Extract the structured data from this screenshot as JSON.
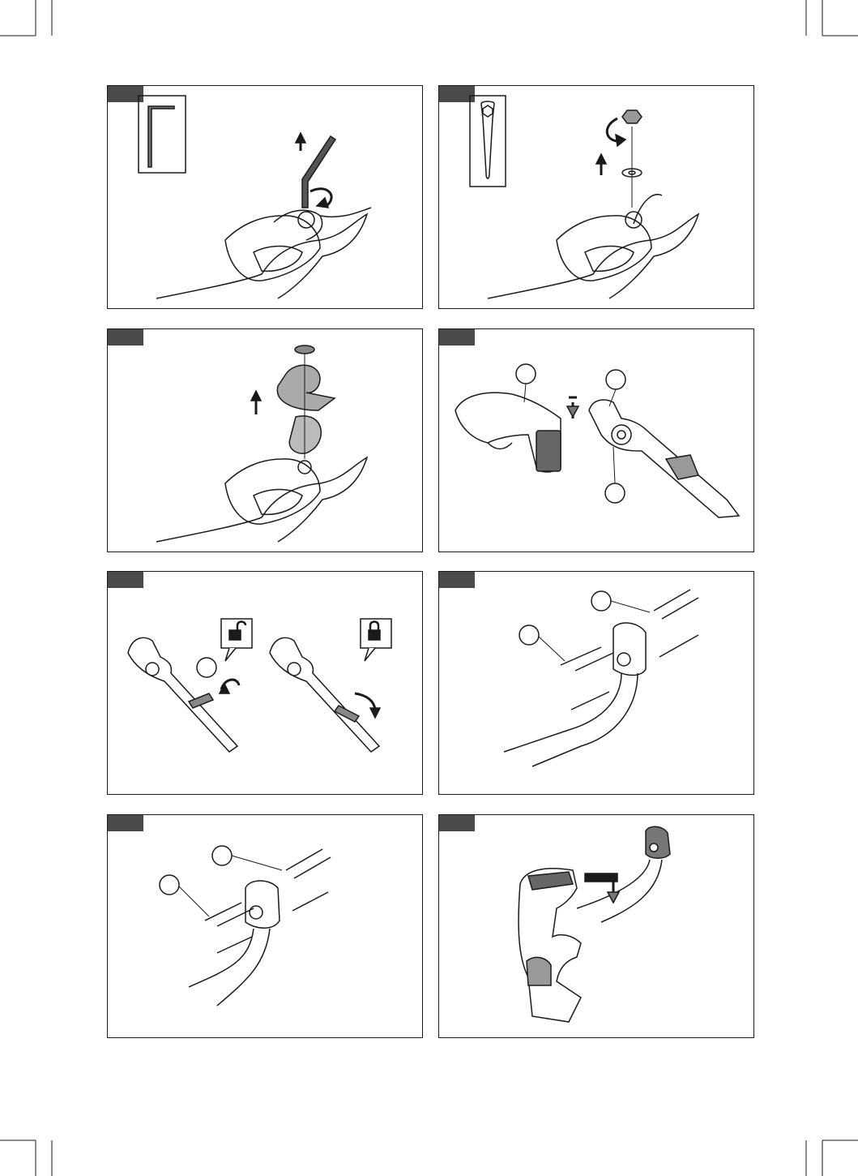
{
  "page": {
    "panels": [
      {
        "id": "panel-1",
        "callouts": []
      },
      {
        "id": "panel-2",
        "callouts": []
      },
      {
        "id": "panel-3",
        "callouts": []
      },
      {
        "id": "panel-4",
        "callouts": [
          "",
          "",
          ""
        ]
      },
      {
        "id": "panel-5",
        "callouts": [
          ""
        ],
        "icons": [
          "unlock-icon",
          "lock-icon"
        ]
      },
      {
        "id": "panel-6",
        "callouts": [
          "",
          ""
        ]
      },
      {
        "id": "panel-7",
        "callouts": [
          "",
          ""
        ]
      },
      {
        "id": "panel-8",
        "callouts": []
      }
    ],
    "colors": {
      "line": "#1a1a1a",
      "tag": "#4a4a4a",
      "shade": "#bdbdbd",
      "dark": "#3a3a3a"
    }
  }
}
